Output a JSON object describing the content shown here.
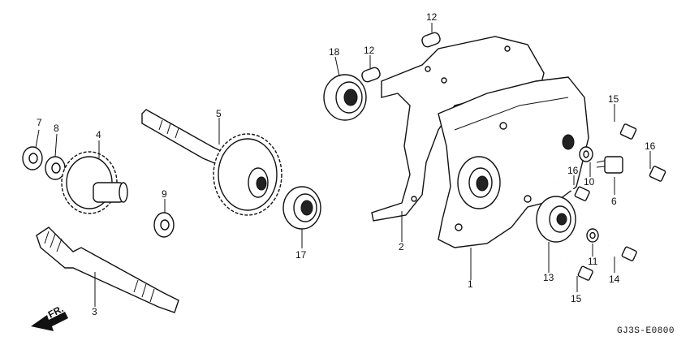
{
  "diagram_code": "GJ3S-E0800",
  "direction_label": "FR.",
  "callouts": [
    {
      "id": "c1",
      "text": "1"
    },
    {
      "id": "c2",
      "text": "2"
    },
    {
      "id": "c3",
      "text": "3"
    },
    {
      "id": "c4",
      "text": "4"
    },
    {
      "id": "c5",
      "text": "5"
    },
    {
      "id": "c6",
      "text": "6"
    },
    {
      "id": "c7",
      "text": "7"
    },
    {
      "id": "c8",
      "text": "8"
    },
    {
      "id": "c9",
      "text": "9"
    },
    {
      "id": "c10",
      "text": "10"
    },
    {
      "id": "c11",
      "text": "11"
    },
    {
      "id": "c12a",
      "text": "12"
    },
    {
      "id": "c12b",
      "text": "12"
    },
    {
      "id": "c13",
      "text": "13"
    },
    {
      "id": "c14",
      "text": "14"
    },
    {
      "id": "c15a",
      "text": "15"
    },
    {
      "id": "c15b",
      "text": "15"
    },
    {
      "id": "c16a",
      "text": "16"
    },
    {
      "id": "c16b",
      "text": "16"
    },
    {
      "id": "c17",
      "text": "17"
    },
    {
      "id": "c18",
      "text": "18"
    }
  ]
}
